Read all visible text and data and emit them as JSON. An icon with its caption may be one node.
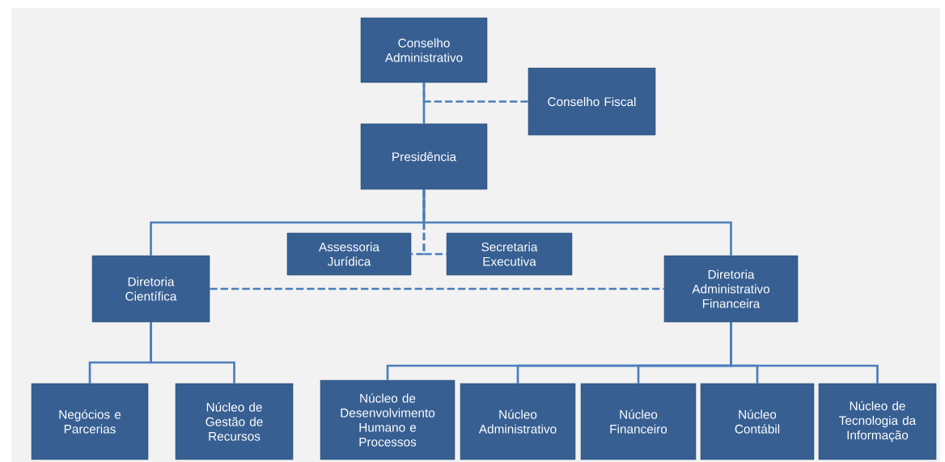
{
  "diagram": {
    "nodes": [
      {
        "text": [
          "Conselho Administrativo"
        ]
      },
      {
        "text": [
          "Conselho Fiscal"
        ]
      },
      {
        "text": [
          "Presidência"
        ]
      },
      {
        "text": [
          "Assessoria Jurídica"
        ]
      },
      {
        "text": [
          "Secretaria Executiva"
        ]
      },
      {
        "text": [
          "Diretoria Científica"
        ]
      },
      {
        "text": [
          "Diretoria Administrativo Financeira"
        ]
      },
      {
        "text": [
          "Negócios e Parcerias"
        ]
      },
      {
        "text": [
          "Núcleo de Gestão de Recursos"
        ]
      },
      {
        "text": [
          "Núcleo de Desenvolvimento Humano e Processos"
        ]
      },
      {
        "text": [
          "Núcleo Administrativo"
        ]
      },
      {
        "text": [
          "Núcleo Financeiro"
        ]
      },
      {
        "text": [
          "Núcleo Contábil"
        ]
      },
      {
        "text": [
          "Núcleo de Tecnologia da Informação"
        ]
      }
    ],
    "edges": [
      {
        "from": 0,
        "to": 2,
        "arrow": "none"
      },
      {
        "from": 1,
        "to": 0,
        "arrow": "none",
        "style": "dashed"
      },
      {
        "from": 2,
        "to": 5,
        "arrow": "none"
      },
      {
        "from": 2,
        "to": 6,
        "arrow": "none"
      },
      {
        "from": 2,
        "to": 3,
        "arrow": "none",
        "style": "dashed"
      },
      {
        "from": 2,
        "to": 4,
        "arrow": "none",
        "style": "dashed"
      },
      {
        "from": 5,
        "to": 6,
        "arrow": "none",
        "style": "dashed"
      },
      {
        "from": 5,
        "to": 7,
        "arrow": "none"
      },
      {
        "from": 5,
        "to": 8,
        "arrow": "none"
      },
      {
        "from": 6,
        "to": 9,
        "arrow": "none"
      },
      {
        "from": 6,
        "to": 10,
        "arrow": "none"
      },
      {
        "from": 6,
        "to": 11,
        "arrow": "none"
      },
      {
        "from": 6,
        "to": 12,
        "arrow": "none"
      },
      {
        "from": 6,
        "to": 13,
        "arrow": "none"
      }
    ]
  }
}
